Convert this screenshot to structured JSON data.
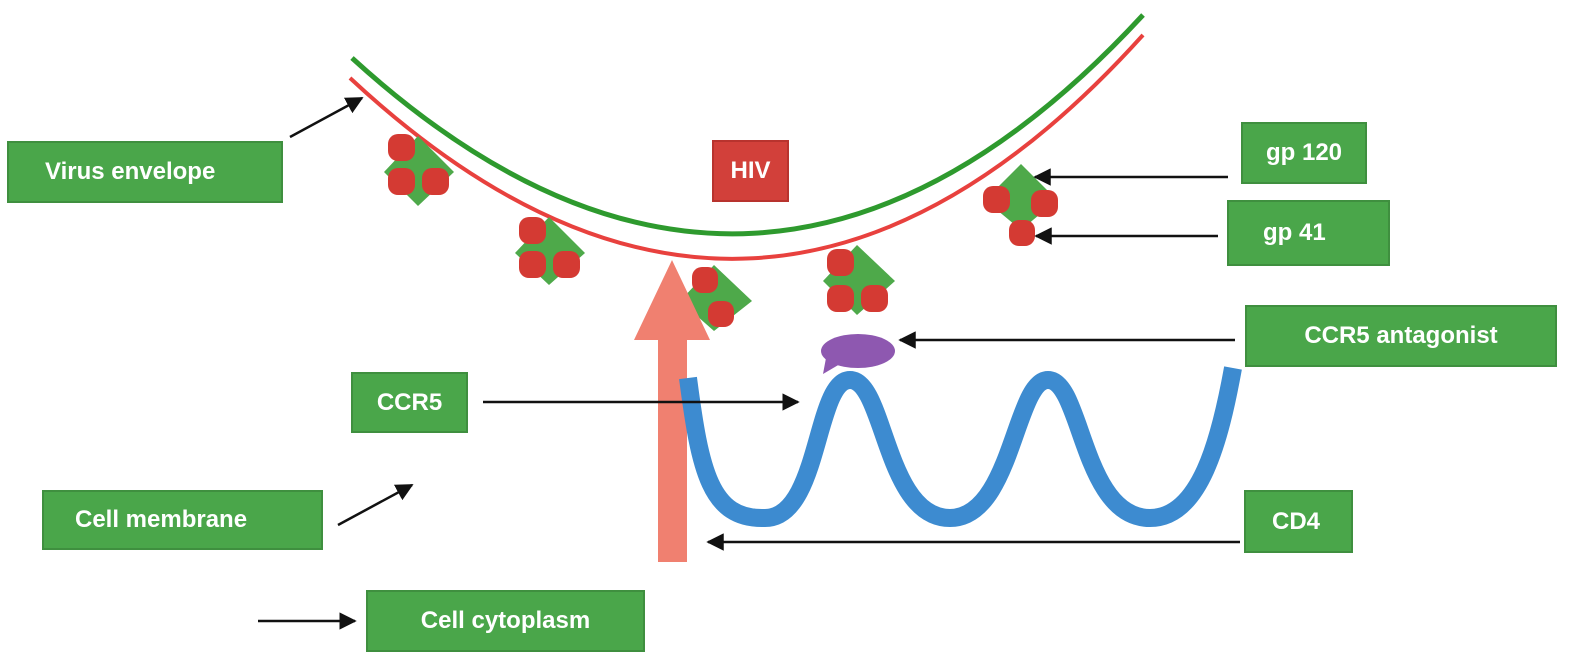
{
  "labels": {
    "virus_envelope": "Virus envelope",
    "hiv": "HIV",
    "gp120": "gp 120",
    "gp41": "gp 41",
    "ccr5_antagonist": "CCR5 antagonist",
    "ccr5": "CCR5",
    "cell_membrane": "Cell membrane",
    "cd4": "CD4",
    "cell_cytoplasm": "Cell cytoplasm"
  },
  "colors": {
    "label_green": "#4aa64a",
    "hiv_red": "#d2403a",
    "envelope_green": "#2e9a2e",
    "envelope_red": "#e8413e",
    "glycoprotein_red": "#d43a33",
    "glycoprotein_green": "#4ea94a",
    "antagonist_purple": "#8e58b0",
    "receptor_blue": "#3d8bd0",
    "entry_arrow": "#f08070",
    "membrane_green": "#3a9a3a"
  }
}
